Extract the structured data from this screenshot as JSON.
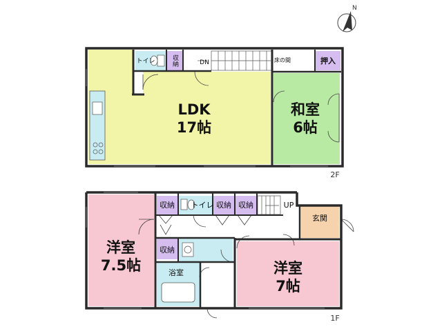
{
  "compass": {
    "north_label": "N"
  },
  "floor2": {
    "floor_label": "2F",
    "rooms": {
      "toilet": "トイレ",
      "storage": "収納",
      "stairs_down": "DN",
      "tokonoma": "床の間",
      "closet": "押入",
      "ldk_name": "LDK",
      "ldk_size": "17帖",
      "washitsu_name": "和室",
      "washitsu_size": "6帖"
    }
  },
  "floor1": {
    "floor_label": "1F",
    "rooms": {
      "storage_1": "収納",
      "toilet": "トイレ",
      "storage_2": "収納",
      "storage_3": "収納",
      "stairs_up": "UP",
      "entrance": "玄関",
      "storage_4": "収納",
      "bath": "浴室",
      "western1_name": "洋室",
      "western1_size": "7.5帖",
      "western2_name": "洋室",
      "western2_size": "7帖"
    }
  },
  "colors": {
    "ldk": "#f2f5a8",
    "washitsu": "#b9eaa4",
    "closet": "#d6bdf0",
    "western": "#f7c8d1",
    "entrance": "#f6d2ad",
    "wet": "#c8ecf2",
    "wall": "#2a2a2a"
  }
}
